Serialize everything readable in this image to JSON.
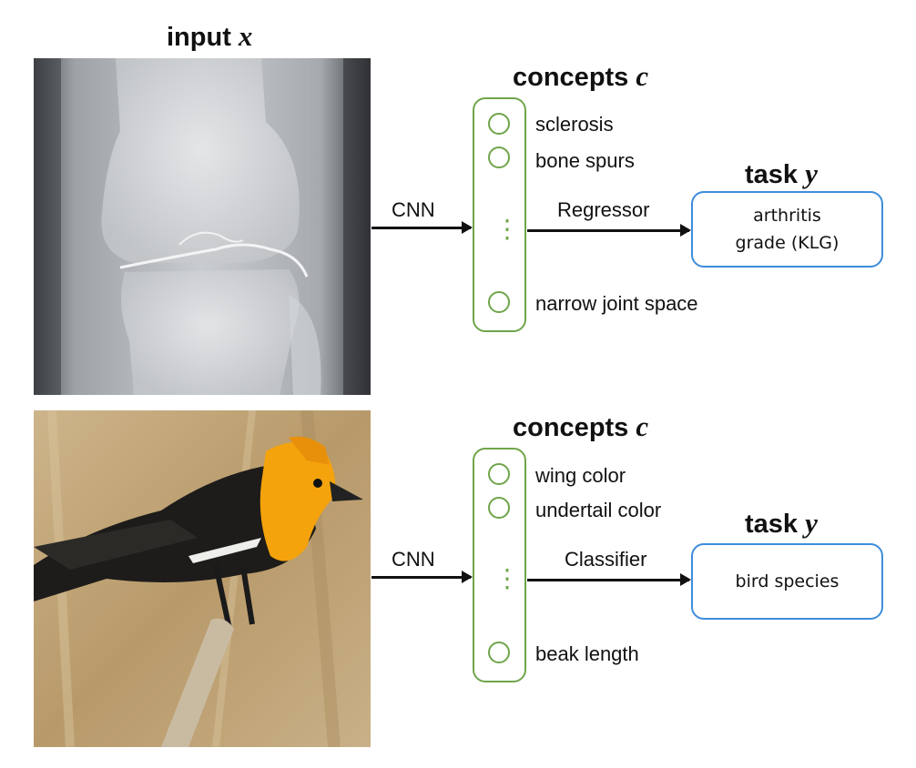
{
  "input_title": {
    "label": "input",
    "var": "x"
  },
  "rows": [
    {
      "concepts_title": {
        "label": "concepts",
        "var": "c"
      },
      "edge_in": "CNN",
      "concepts": [
        "sclerosis",
        "bone spurs",
        "narrow joint space"
      ],
      "ellipsis": "⋮",
      "edge_out": "Regressor",
      "task_title": {
        "label": "task",
        "var": "y"
      },
      "task_lines": [
        "arthritis",
        "grade (KLG)"
      ]
    },
    {
      "concepts_title": {
        "label": "concepts",
        "var": "c"
      },
      "edge_in": "CNN",
      "concepts": [
        "wing color",
        "undertail color",
        "beak length"
      ],
      "ellipsis": "⋮",
      "edge_out": "Classifier",
      "task_title": {
        "label": "task",
        "var": "y"
      },
      "task_lines": [
        "bird species"
      ]
    }
  ],
  "colors": {
    "concept_border": "#6fa54a",
    "task_border": "#3e8ddb",
    "arrow": "#111111"
  }
}
